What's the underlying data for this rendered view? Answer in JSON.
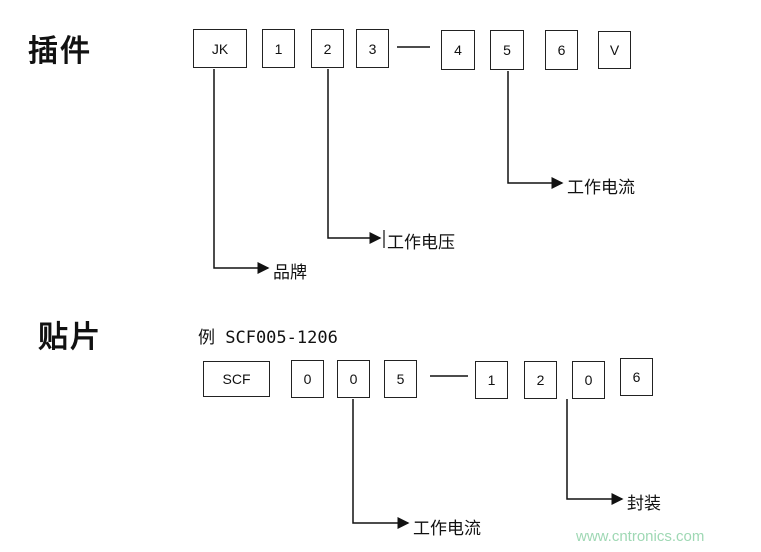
{
  "plugin": {
    "heading": "插件",
    "boxes": [
      "JK",
      "1",
      "2",
      "3",
      "4",
      "5",
      "6",
      "V"
    ],
    "labels": {
      "brand": "品牌",
      "voltage": "工作电压",
      "current": "工作电流"
    }
  },
  "smd": {
    "heading": "贴片",
    "example": "例  SCF005-1206",
    "boxes": [
      "SCF",
      "0",
      "0",
      "5",
      "1",
      "2",
      "0",
      "6"
    ],
    "labels": {
      "current": "工作电流",
      "package": "封装"
    }
  },
  "watermark": "www.cntronics.com"
}
